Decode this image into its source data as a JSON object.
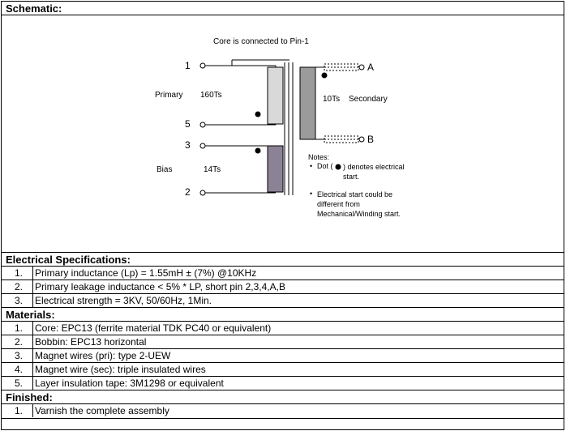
{
  "schematic": {
    "heading": "Schematic:",
    "core_note": "Core is connected to Pin-1",
    "pins": {
      "p1": "1",
      "p5": "5",
      "p3": "3",
      "p2": "2",
      "a": "A",
      "b": "B"
    },
    "primary_label": "Primary",
    "primary_turns": "160Ts",
    "bias_label": "Bias",
    "bias_turns": "14Ts",
    "secondary_turns": "10Ts",
    "secondary_label": "Secondary",
    "notes_title": "Notes:",
    "note1_pre": "Dot (",
    "note1_post": ") denotes electrical start.",
    "note2": "Electrical start could be different from Mechanical/Winding start.",
    "bullet": "•",
    "colors": {
      "primary_winding": "#d9d9d9",
      "bias_winding": "#8c8296",
      "secondary_winding": "#9b9b9b"
    }
  },
  "electrical": {
    "heading": "Electrical Specifications:",
    "items": [
      {
        "num": "1.",
        "text": "Primary inductance (Lp) = 1.55mH ± (7%) @10KHz"
      },
      {
        "num": "2.",
        "text": "Primary leakage inductance < 5% * LP, short pin 2,3,4,A,B"
      },
      {
        "num": "3.",
        "text": "Electrical strength = 3KV, 50/60Hz, 1Min."
      }
    ]
  },
  "materials": {
    "heading": "Materials:",
    "items": [
      {
        "num": "1.",
        "text": "Core: EPC13 (ferrite material TDK PC40 or equivalent)"
      },
      {
        "num": "2.",
        "text": "Bobbin: EPC13 horizontal"
      },
      {
        "num": "3.",
        "text": "Magnet wires (pri): type 2-UEW"
      },
      {
        "num": "4.",
        "text": "Magnet wire (sec): triple insulated wires"
      },
      {
        "num": "5.",
        "text": "Layer insulation tape: 3M1298 or equivalent"
      }
    ]
  },
  "finished": {
    "heading": "Finished:",
    "items": [
      {
        "num": "1.",
        "text": "Varnish the complete assembly"
      }
    ]
  }
}
